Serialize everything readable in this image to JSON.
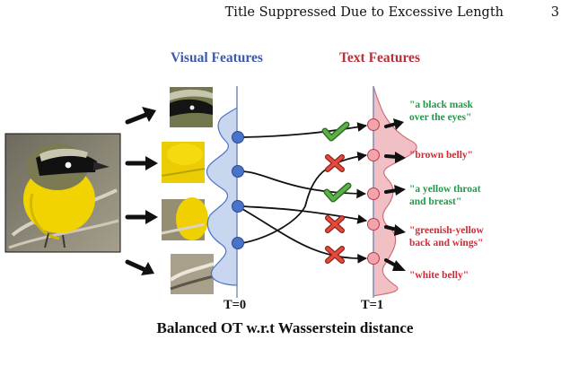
{
  "running_head": {
    "title": "Title Suppressed Due to Excessive Length",
    "page_number": "3"
  },
  "figure": {
    "visual_heading": "Visual Features",
    "text_heading": "Text Features",
    "t0_label": "T=0",
    "t1_label": "T=1",
    "caption": "Balanced OT w.r.t Wasserstein distance",
    "text_features": [
      {
        "text": "\"a black mask\nover the eyes\"",
        "color": "#1f9a4a",
        "mark": "check"
      },
      {
        "text": "\"brown belly\"",
        "color": "#d42a34",
        "mark": "cross"
      },
      {
        "text": "\"a yellow throat\nand breast\"",
        "color": "#1f9a4a",
        "mark": "check"
      },
      {
        "text": "\"greenish-yellow\nback and wings\"",
        "color": "#d42a34",
        "mark": "cross"
      },
      {
        "text": "\"white belly\"",
        "color": "#d42a34",
        "mark": "cross"
      }
    ],
    "colors": {
      "visual_heading": "#3d5aa8",
      "text_heading": "#b5303a",
      "visual_node": "#4a73c8",
      "text_node": "#f2a4ab",
      "visual_density": "#c9d6f0",
      "text_density": "#f1c0c5",
      "check": "#4c9a3c",
      "cross": "#d8362e"
    }
  }
}
